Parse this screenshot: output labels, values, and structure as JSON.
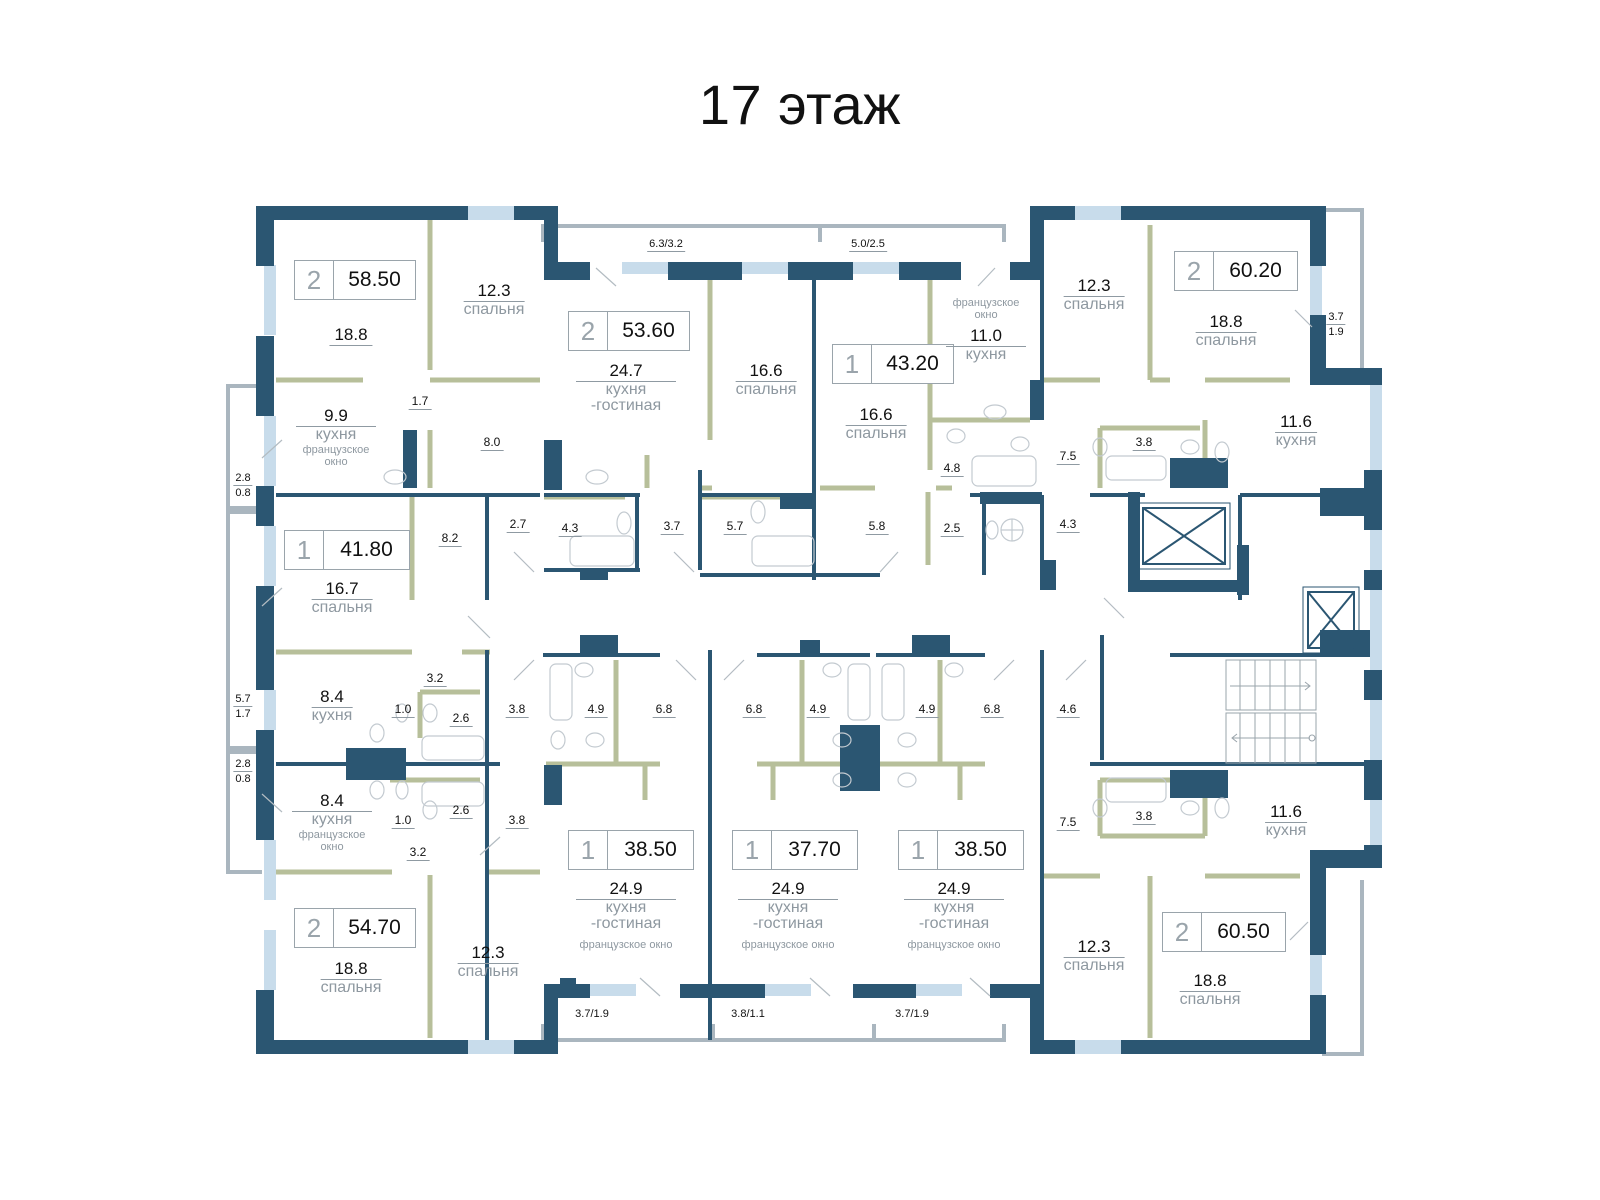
{
  "title": "17 этаж",
  "colors": {
    "wall": "#2b5672",
    "partition": "#b7bf9a",
    "window": "#c8dceb",
    "balcony": "#aab6bf",
    "text": "#111111",
    "muted": "#8e98a0"
  },
  "apartments": [
    {
      "rooms": "2",
      "area": "58.50"
    },
    {
      "rooms": "2",
      "area": "53.60"
    },
    {
      "rooms": "1",
      "area": "43.20"
    },
    {
      "rooms": "2",
      "area": "60.20"
    },
    {
      "rooms": "1",
      "area": "41.80"
    },
    {
      "rooms": "2",
      "area": "54.70"
    },
    {
      "rooms": "1",
      "area": "38.50"
    },
    {
      "rooms": "1",
      "area": "37.70"
    },
    {
      "rooms": "1",
      "area": "38.50"
    },
    {
      "rooms": "2",
      "area": "60.50"
    }
  ],
  "rooms": [
    {
      "area": "12.3",
      "name": "спальня"
    },
    {
      "area": "18.8"
    },
    {
      "area": "9.9",
      "name": "кухня",
      "note": "французское окно"
    },
    {
      "area": "24.7",
      "name": "кухня -гостиная"
    },
    {
      "area": "16.6",
      "name": "спальня"
    },
    {
      "area": "16.6",
      "name": "спальня"
    },
    {
      "area": "11.0",
      "name": "кухня",
      "note": "французское окно"
    },
    {
      "area": "12.3",
      "name": "спальня"
    },
    {
      "area": "18.8",
      "name": "спальня"
    },
    {
      "area": "11.6",
      "name": "кухня"
    },
    {
      "area": "16.7",
      "name": "спальня"
    },
    {
      "area": "8.4",
      "name": "кухня"
    },
    {
      "area": "8.4",
      "name": "кухня",
      "note": "французское окно"
    },
    {
      "area": "11.6",
      "name": "кухня"
    },
    {
      "area": "24.9",
      "name": "кухня -гостиная",
      "note": "французское окно"
    },
    {
      "area": "24.9",
      "name": "кухня -гостиная",
      "note": "французское окно"
    },
    {
      "area": "24.9",
      "name": "кухня -гостиная",
      "note": "французское окно"
    },
    {
      "area": "18.8",
      "name": "спальня"
    },
    {
      "area": "12.3",
      "name": "спальня"
    },
    {
      "area": "12.3",
      "name": "спальня"
    },
    {
      "area": "18.8",
      "name": "спальня"
    }
  ],
  "small_areas": [
    "1.7",
    "8.0",
    "2.7",
    "4.3",
    "3.7",
    "5.7",
    "5.8",
    "2.5",
    "7.5",
    "4.8",
    "3.8",
    "4.3",
    "8.2",
    "3.2",
    "1.0",
    "2.6",
    "3.8",
    "4.9",
    "6.8",
    "6.8",
    "4.9",
    "4.9",
    "6.8",
    "4.6",
    "1.0",
    "2.6",
    "3.8",
    "7.5",
    "3.8",
    "3.2"
  ],
  "balconies": [
    {
      "top": "6.3/3.2"
    },
    {
      "top": "5.0/2.5"
    },
    {
      "top": "3.7",
      "bottom": "1.9"
    },
    {
      "top": "2.8",
      "bottom": "0.8"
    },
    {
      "top": "5.7",
      "bottom": "1.7"
    },
    {
      "top": "2.8",
      "bottom": "0.8"
    },
    {
      "top": "3.7/1.9"
    },
    {
      "top": "3.8/1.1"
    },
    {
      "top": "3.7/1.9"
    }
  ]
}
